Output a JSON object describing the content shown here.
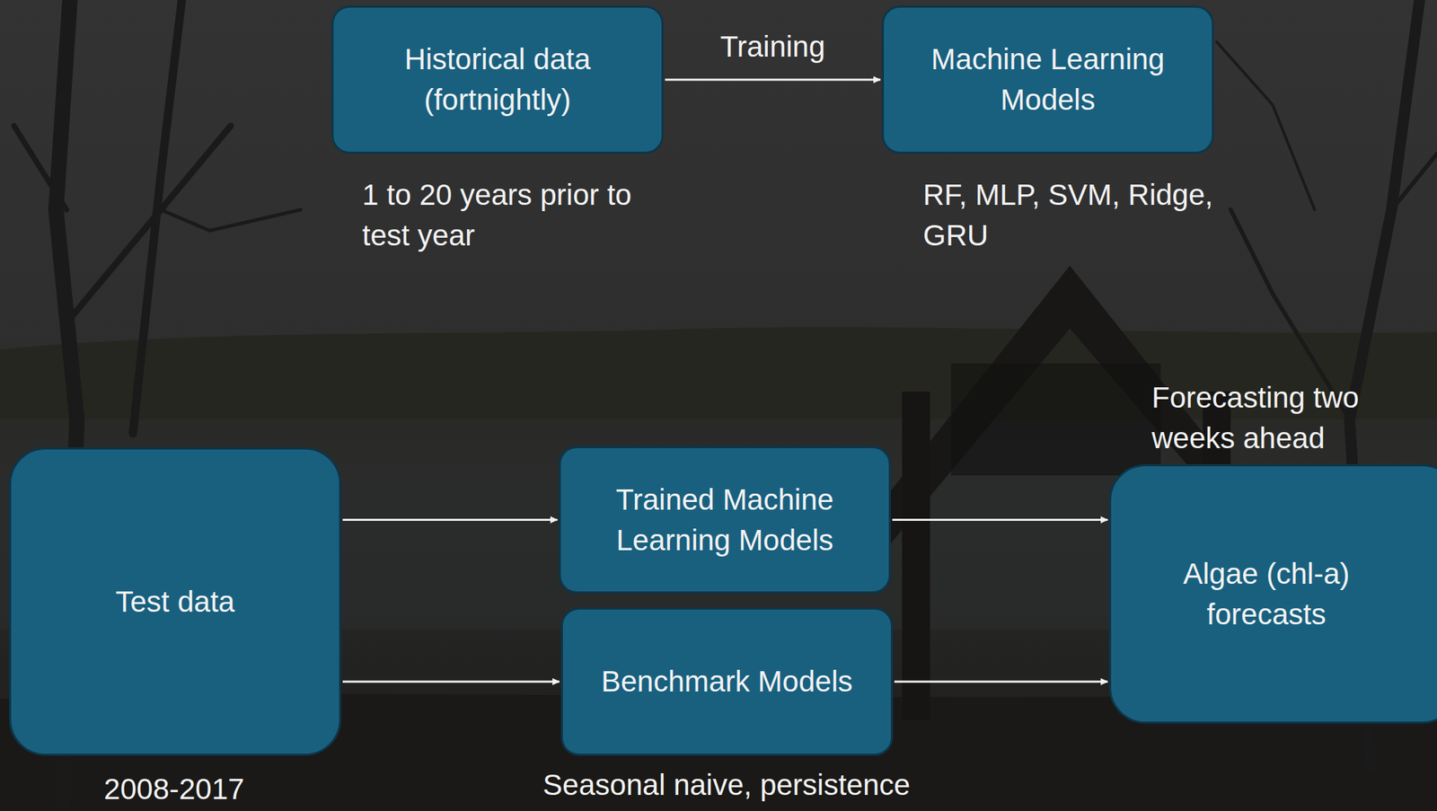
{
  "diagram": {
    "nodes": [
      {
        "text": [
          "Historical data (fortnightly)"
        ]
      },
      {
        "text": [
          "Machine Learning Models"
        ]
      },
      {
        "text": [
          "Test data"
        ]
      },
      {
        "text": [
          "Trained Machine Learning Models"
        ]
      },
      {
        "text": [
          "Benchmark Models"
        ]
      },
      {
        "text": [
          "Algae (chl-a) forecasts"
        ]
      }
    ],
    "edges": [
      {
        "from": 0,
        "to": 1,
        "label": "Training",
        "arrow": "to"
      },
      {
        "from": 2,
        "to": 3,
        "arrow": "to"
      },
      {
        "from": 2,
        "to": 4,
        "arrow": "to"
      },
      {
        "from": 3,
        "to": 5,
        "arrow": "to"
      },
      {
        "from": 4,
        "to": 5,
        "arrow": "to"
      }
    ],
    "labels": [
      "1 to 20 years prior to test year",
      "RF, MLP, SVM, Ridge, GRU",
      "Forecasting two weeks ahead",
      "2008-2017",
      "Seasonal naive, persistence"
    ]
  }
}
